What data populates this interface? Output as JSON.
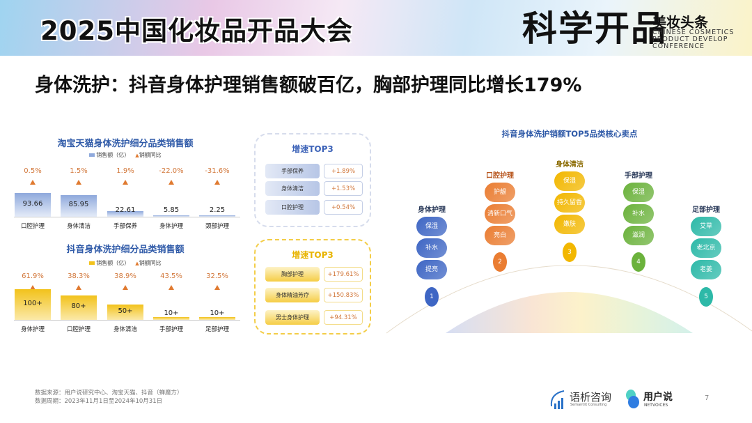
{
  "header": {
    "title": "2025中国化妆品开品大会",
    "brand_big": "科学开品",
    "brand_cn": "美妆头条",
    "brand_en_lines": [
      "CHINESE COSMETICS",
      "PRODUCT DEVELOP",
      "CONFERENCE"
    ]
  },
  "headline": "身体洗护：抖音身体护理销售额破百亿，胸部护理同比增长179%",
  "chart_data": [
    {
      "type": "bar",
      "title": "淘宝天猫身体洗护细分品类销售额",
      "legend": [
        "销售额（亿）",
        "销额同比"
      ],
      "categories": [
        "口腔护理",
        "身体清洁",
        "手部保养",
        "身体护理",
        "颈部护理"
      ],
      "series": [
        {
          "name": "销售额（亿）",
          "values": [
            93.66,
            85.95,
            22.61,
            5.85,
            2.25
          ],
          "labels": [
            "93.66",
            "85.95",
            "22.61",
            "5.85",
            "2.25"
          ]
        },
        {
          "name": "销额同比",
          "values": [
            0.5,
            1.5,
            1.9,
            -22.0,
            -31.6
          ],
          "labels": [
            "0.5%",
            "1.5%",
            "1.9%",
            "-22.0%",
            "-31.6%"
          ]
        }
      ],
      "colors": {
        "bar": "#8fa9dc",
        "marker": "#e07a30"
      }
    },
    {
      "type": "bar",
      "title": "抖音身体洗护细分品类销售额",
      "legend": [
        "销售额（亿）",
        "销额同比"
      ],
      "categories": [
        "身体护理",
        "口腔护理",
        "身体清洁",
        "手部护理",
        "足部护理"
      ],
      "series": [
        {
          "name": "销售额（亿）",
          "values": [
            100,
            80,
            50,
            10,
            10
          ],
          "labels": [
            "100+",
            "80+",
            "50+",
            "10+",
            "10+"
          ]
        },
        {
          "name": "销额同比",
          "values": [
            61.9,
            38.3,
            38.9,
            43.5,
            32.5
          ],
          "labels": [
            "61.9%",
            "38.3%",
            "38.9%",
            "43.5%",
            "32.5%"
          ]
        }
      ],
      "colors": {
        "bar": "#f2c21b",
        "marker": "#e07a30"
      }
    }
  ],
  "top3_tmall": {
    "title": "增速TOP3",
    "rows": [
      {
        "name": "手部保养",
        "value": "+1.89%"
      },
      {
        "name": "身体清洁",
        "value": "+1.53%"
      },
      {
        "name": "口腔护理",
        "value": "+0.54%"
      }
    ]
  },
  "top3_douyin": {
    "title": "增速TOP3",
    "rows": [
      {
        "name": "胸部护理",
        "value": "+179.61%"
      },
      {
        "name": "身体精油芳疗",
        "value": "+150.83%"
      },
      {
        "name": "男士身体护理",
        "value": "+94.31%"
      }
    ]
  },
  "selling_points": {
    "title": "抖音身体洗护销额TOP5品类核心卖点",
    "columns": [
      {
        "num": "1",
        "name": "身体护理",
        "color": "#3e66c4",
        "items": [
          "保湿",
          "补水",
          "提亮"
        ]
      },
      {
        "num": "2",
        "name": "口腔护理",
        "color": "#ea7d32",
        "items": [
          "护龈",
          "清新口气",
          "亮白"
        ]
      },
      {
        "num": "3",
        "name": "身体清洁",
        "color": "#f2b700",
        "items": [
          "保湿",
          "持久留香",
          "嫩肤"
        ]
      },
      {
        "num": "4",
        "name": "手部护理",
        "color": "#6bb23c",
        "items": [
          "保湿",
          "补水",
          "滋润"
        ]
      },
      {
        "num": "5",
        "name": "足部护理",
        "color": "#2db9a8",
        "items": [
          "艾草",
          "老北京",
          "老姜"
        ]
      }
    ]
  },
  "footer": {
    "source": "数据来源：用户说研究中心、淘宝天猫、抖音（蝉魔方）",
    "period": "数据周期：2023年11月1日至2024年10月31日",
    "logo1": "语析咨询",
    "logo1_en": "SemantiX Consulting",
    "logo2": "用户说",
    "logo2_en": "NETVOICES",
    "page": "7"
  }
}
